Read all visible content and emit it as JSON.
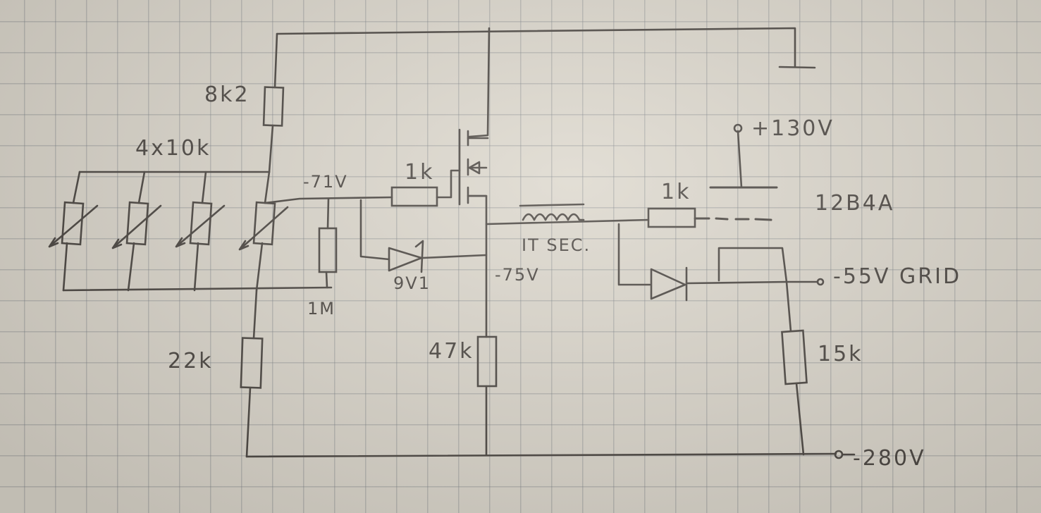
{
  "labels": {
    "r_8k2": "8k2",
    "r_4x10k": "4x10k",
    "v_minus71": "-71V",
    "r_1k_a": "1k",
    "r_1k_b": "1k",
    "r_1m": "1M",
    "zener": "9V1",
    "v_minus75": "-75V",
    "it_sec": "IT SEC.",
    "r_22k": "22k",
    "r_47k": "47k",
    "r_15k": "15k",
    "v_plus130": "+130V",
    "tube": "12B4A",
    "grid": "-55V GRID",
    "v_minus280": "-280V"
  },
  "colors": {
    "ink": "#4a4540",
    "paper": "#dcd7cc",
    "grid": "#7d8288"
  }
}
